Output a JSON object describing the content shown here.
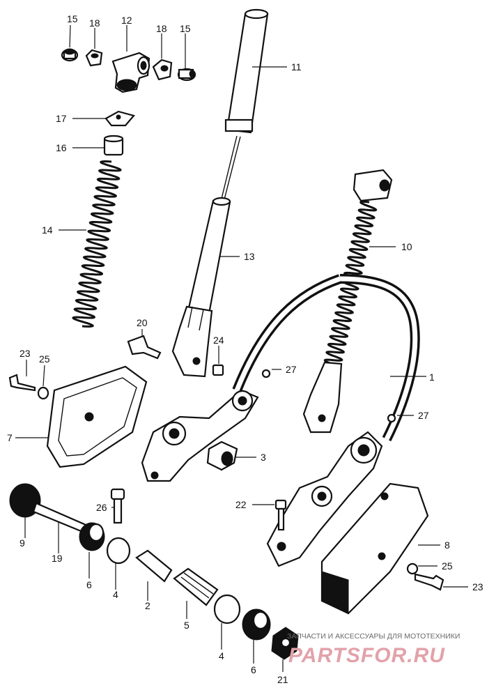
{
  "callouts": [
    {
      "id": "c15a",
      "text": "15"
    },
    {
      "id": "c18a",
      "text": "18"
    },
    {
      "id": "c12",
      "text": "12"
    },
    {
      "id": "c18b",
      "text": "18"
    },
    {
      "id": "c15b",
      "text": "15"
    },
    {
      "id": "c11",
      "text": "11"
    },
    {
      "id": "c17",
      "text": "17"
    },
    {
      "id": "c16",
      "text": "16"
    },
    {
      "id": "c14",
      "text": "14"
    },
    {
      "id": "c10",
      "text": "10"
    },
    {
      "id": "c13",
      "text": "13"
    },
    {
      "id": "c20",
      "text": "20"
    },
    {
      "id": "c24",
      "text": "24"
    },
    {
      "id": "c27a",
      "text": "27"
    },
    {
      "id": "c1",
      "text": "1"
    },
    {
      "id": "c23a",
      "text": "23"
    },
    {
      "id": "c25a",
      "text": "25"
    },
    {
      "id": "c27b",
      "text": "27"
    },
    {
      "id": "c7",
      "text": "7"
    },
    {
      "id": "c3",
      "text": "3"
    },
    {
      "id": "c26",
      "text": "26"
    },
    {
      "id": "c22",
      "text": "22"
    },
    {
      "id": "c8",
      "text": "8"
    },
    {
      "id": "c9",
      "text": "9"
    },
    {
      "id": "c19",
      "text": "19"
    },
    {
      "id": "c25b",
      "text": "25"
    },
    {
      "id": "c23b",
      "text": "23"
    },
    {
      "id": "c6a",
      "text": "6"
    },
    {
      "id": "c4a",
      "text": "4"
    },
    {
      "id": "c2",
      "text": "2"
    },
    {
      "id": "c5",
      "text": "5"
    },
    {
      "id": "c4b",
      "text": "4"
    },
    {
      "id": "c6b",
      "text": "6"
    },
    {
      "id": "c21",
      "text": "21"
    }
  ],
  "watermark": {
    "tagline": "ЗАПЧАСТИ И АКСЕССУАРЫ ДЛЯ МОТОТЕХНИКИ",
    "logo": "PARTSFOR.RU"
  }
}
